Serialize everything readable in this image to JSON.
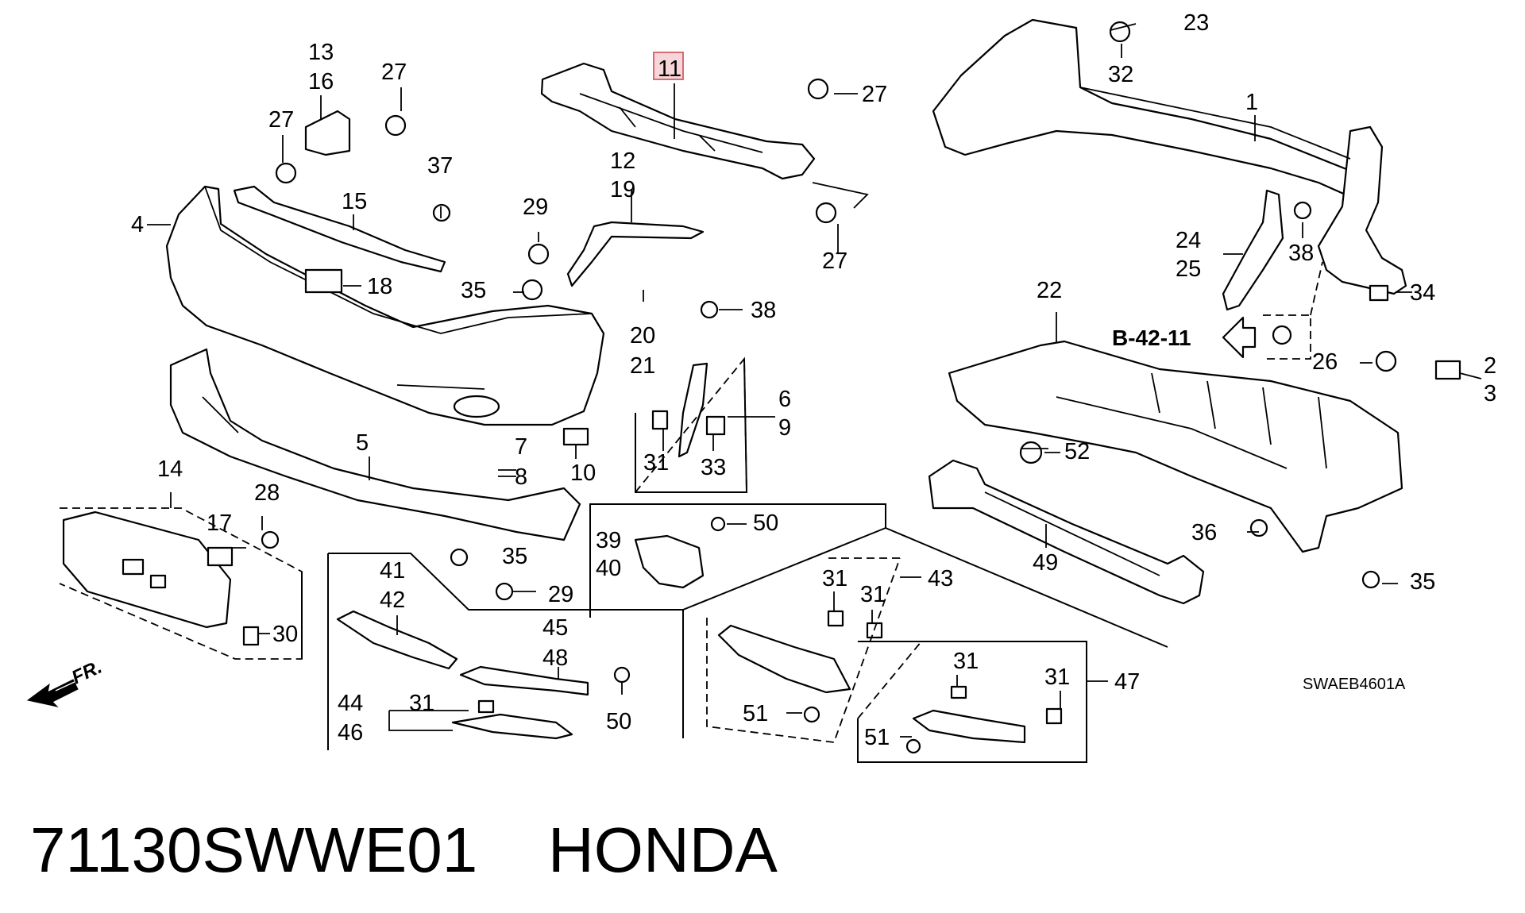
{
  "diagram": {
    "callouts": [
      "1",
      "2",
      "3",
      "4",
      "5",
      "6",
      "7",
      "8",
      "9",
      "10",
      "11",
      "12",
      "13",
      "14",
      "15",
      "16",
      "17",
      "18",
      "19",
      "20",
      "21",
      "22",
      "23",
      "24",
      "25",
      "26",
      "27",
      "28",
      "29",
      "30",
      "31",
      "32",
      "33",
      "34",
      "35",
      "36",
      "37",
      "38",
      "39",
      "40",
      "41",
      "42",
      "43",
      "44",
      "45",
      "46",
      "47",
      "48",
      "49",
      "50",
      "51",
      "52"
    ],
    "highlighted_callout": "11",
    "reference_label": "B-42-11",
    "drawing_code": "SWAEB4601A",
    "front_marker": "FR.",
    "title_part_number": "71130SWWE01",
    "title_brand": "HONDA"
  },
  "colors": {
    "highlight_fill": "#f6d6d8",
    "highlight_border": "#d96a74",
    "line": "#000000",
    "background": "#ffffff"
  }
}
